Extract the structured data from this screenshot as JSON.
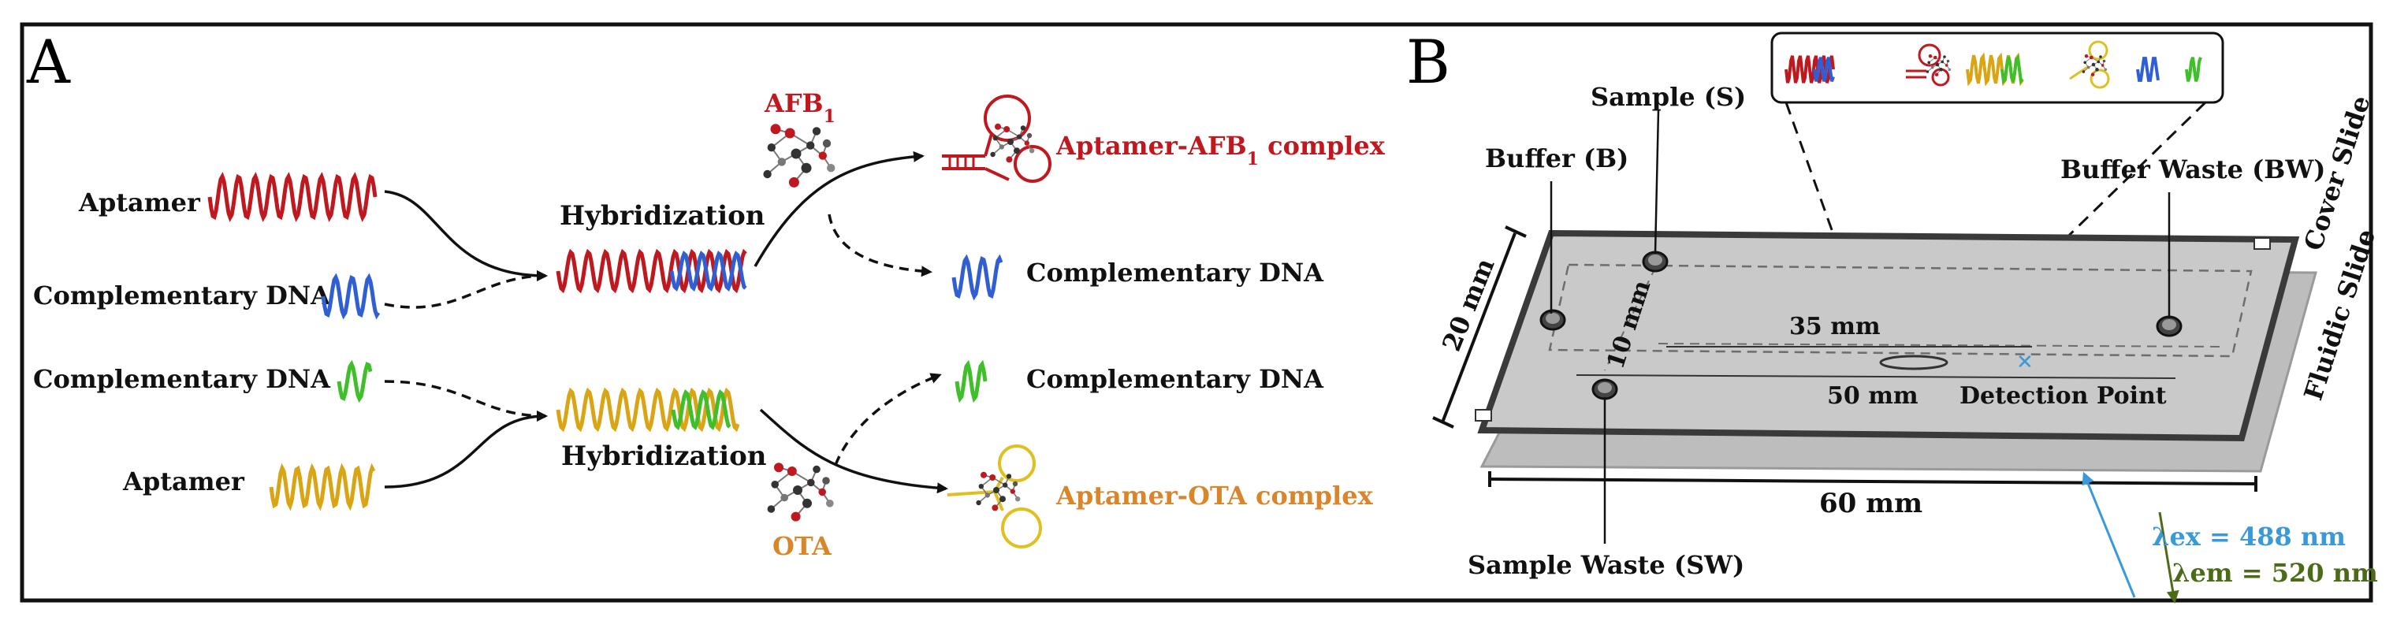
{
  "panel_a": {
    "letter": "A",
    "aptamer_top": "Aptamer",
    "comp_dna_top": "Complementary DNA",
    "comp_dna_bottom": "Complementary DNA",
    "aptamer_bottom": "Aptamer",
    "hybridization_top": "Hybridization",
    "hybridization_bottom": "Hybridization",
    "afb_main": "AFB",
    "afb_sub": "1",
    "ota": "OTA",
    "complex_afb_main": "Aptamer-AFB",
    "complex_afb_sub": "1",
    "complex_afb_rest": " complex",
    "released_top": "Complementary DNA",
    "released_bottom": "Complementary DNA",
    "complex_ota": "Aptamer-OTA complex"
  },
  "panel_b": {
    "letter": "B",
    "sample": "Sample (S)",
    "buffer": "Buffer (B)",
    "buffer_waste": "Buffer Waste (BW)",
    "cover_slide": "Cover Slide",
    "fluidic_slide": "Fluidic Slide",
    "dim_20": "20 mm",
    "dim_10": "10 mm",
    "dim_35": "35 mm",
    "dim_50": "50 mm",
    "detection_point": "Detection Point",
    "dim_60": "60 mm",
    "sample_waste": "Sample Waste (SW)",
    "lambda_ex": "λex  = 488 nm",
    "lambda_em": "λem = 520 nm"
  },
  "colors": {
    "red": "#c0181f",
    "blue": "#2f5fd3",
    "green": "#3fbf2a",
    "yellow": "#d9a514",
    "orange": "#d9862a",
    "light_blue": "#3a9ad9",
    "olive": "#4c6b18",
    "black": "#111111"
  }
}
